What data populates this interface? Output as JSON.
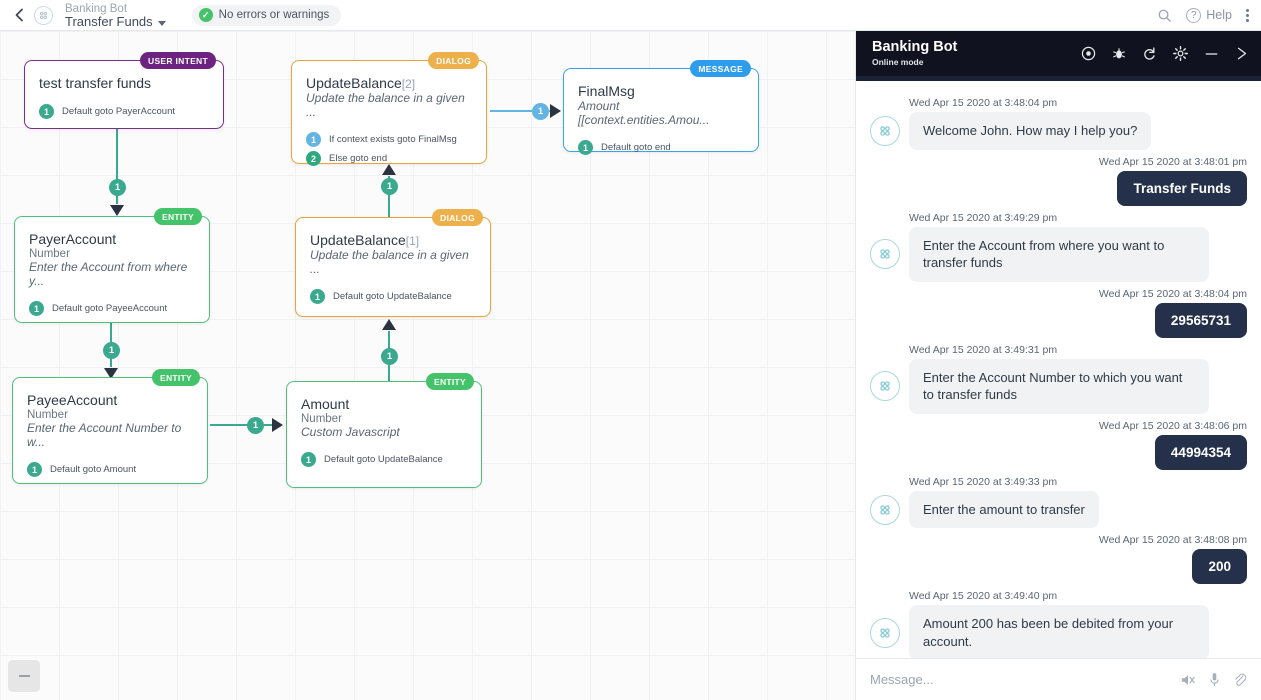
{
  "topbar": {
    "back_icon": "chevron-left-icon",
    "bot_icon": "bot-avatar-icon",
    "breadcrumb_parent": "Banking Bot",
    "breadcrumb_current": "Transfer Funds",
    "status_text": "No errors or warnings",
    "status_color": "#44c36a",
    "search_icon": "search-icon",
    "help_label": "Help",
    "help_icon": "question-circle-icon",
    "more_icon": "kebab-menu-icon"
  },
  "canvas": {
    "zoom_out_icon": "zoom-out-icon",
    "nodes": [
      {
        "id": "test-transfer-funds",
        "badge": "USER INTENT",
        "badge_color": "#6c2480",
        "border_color": "#7b2d8e",
        "title": "test transfer funds",
        "index": "",
        "type": "",
        "desc": "",
        "connections": [
          {
            "num": "1",
            "label": "Default goto PayerAccount",
            "color": "#3aa98f"
          }
        ]
      },
      {
        "id": "payer-account",
        "badge": "ENTITY",
        "badge_color": "#44c36a",
        "border_color": "#4ec07c",
        "title": "PayerAccount",
        "index": "",
        "type": "Number",
        "desc": "Enter the Account from where y...",
        "connections": [
          {
            "num": "1",
            "label": "Default goto PayeeAccount",
            "color": "#3aa98f"
          }
        ]
      },
      {
        "id": "payee-account",
        "badge": "ENTITY",
        "badge_color": "#44c36a",
        "border_color": "#4ec07c",
        "title": "PayeeAccount",
        "index": "",
        "type": "Number",
        "desc": "Enter the Account Number to w...",
        "connections": [
          {
            "num": "1",
            "label": "Default goto Amount",
            "color": "#3aa98f"
          }
        ]
      },
      {
        "id": "amount",
        "badge": "ENTITY",
        "badge_color": "#44c36a",
        "border_color": "#4ec07c",
        "title": "Amount",
        "index": "",
        "type": "Number",
        "desc": "Custom Javascript",
        "connections": [
          {
            "num": "1",
            "label": "Default goto UpdateBalance",
            "color": "#3aa98f"
          }
        ]
      },
      {
        "id": "update-balance-1",
        "badge": "DIALOG",
        "badge_color": "#eeb04a",
        "border_color": "#e8a33d",
        "title": "UpdateBalance",
        "index": "[1]",
        "type": "",
        "desc": "Update the balance in a given ...",
        "connections": [
          {
            "num": "1",
            "label": "Default goto UpdateBalance",
            "color": "#3aa98f"
          }
        ]
      },
      {
        "id": "update-balance-2",
        "badge": "DIALOG",
        "badge_color": "#eeb04a",
        "border_color": "#e8a33d",
        "title": "UpdateBalance",
        "index": "[2]",
        "type": "",
        "desc": "Update the balance in a given ...",
        "connections": [
          {
            "num": "1",
            "label": "If context exists goto FinalMsg",
            "color": "#63b4e2"
          },
          {
            "num": "2",
            "label": "Else goto end",
            "color": "#2fa882"
          }
        ]
      },
      {
        "id": "final-msg",
        "badge": "MESSAGE",
        "badge_color": "#2f9ded",
        "border_color": "#3ba3e8",
        "title": "FinalMsg",
        "index": "",
        "type": "",
        "desc": "Amount [[context.entities.Amou...",
        "connections": [
          {
            "num": "1",
            "label": "Default goto end",
            "color": "#3aa98f"
          }
        ]
      }
    ],
    "wire_badges": [
      {
        "num": "1",
        "color": "#3aa98f"
      },
      {
        "num": "1",
        "color": "#3aa98f"
      },
      {
        "num": "1",
        "color": "#3aa98f"
      },
      {
        "num": "1",
        "color": "#3aa98f"
      },
      {
        "num": "1",
        "color": "#3aa98f"
      },
      {
        "num": "1",
        "color": "#63b4e2"
      }
    ]
  },
  "chat": {
    "title": "Banking Bot",
    "subtitle": "Online mode",
    "header_icons": [
      "record-icon",
      "bug-icon",
      "refresh-icon",
      "gear-icon",
      "minimize-icon",
      "close-icon"
    ],
    "messages": [
      {
        "from": "bot",
        "time": "Wed Apr 15 2020 at 3:48:04 pm",
        "text": "Welcome John. How may I help you?"
      },
      {
        "from": "user",
        "time": "Wed Apr 15 2020 at 3:48:01 pm",
        "text": "Transfer Funds"
      },
      {
        "from": "bot",
        "time": "Wed Apr 15 2020 at 3:49:29 pm",
        "text": "Enter the Account from where you want to transfer funds"
      },
      {
        "from": "user",
        "time": "Wed Apr 15 2020 at 3:48:04 pm",
        "text": "29565731"
      },
      {
        "from": "bot",
        "time": "Wed Apr 15 2020 at 3:49:31 pm",
        "text": "Enter the Account Number to which you want to transfer funds"
      },
      {
        "from": "user",
        "time": "Wed Apr 15 2020 at 3:48:06 pm",
        "text": "44994354"
      },
      {
        "from": "bot",
        "time": "Wed Apr 15 2020 at 3:49:33 pm",
        "text": "Enter the amount to transfer"
      },
      {
        "from": "user",
        "time": "Wed Apr 15 2020 at 3:48:08 pm",
        "text": "200"
      },
      {
        "from": "bot",
        "time": "Wed Apr 15 2020 at 3:49:40 pm",
        "text": "Amount 200 has been be debited from your account."
      }
    ],
    "input_placeholder": "Message...",
    "input_value": "",
    "input_icons": [
      "speaker-mute-icon",
      "microphone-icon",
      "paperclip-icon"
    ]
  }
}
